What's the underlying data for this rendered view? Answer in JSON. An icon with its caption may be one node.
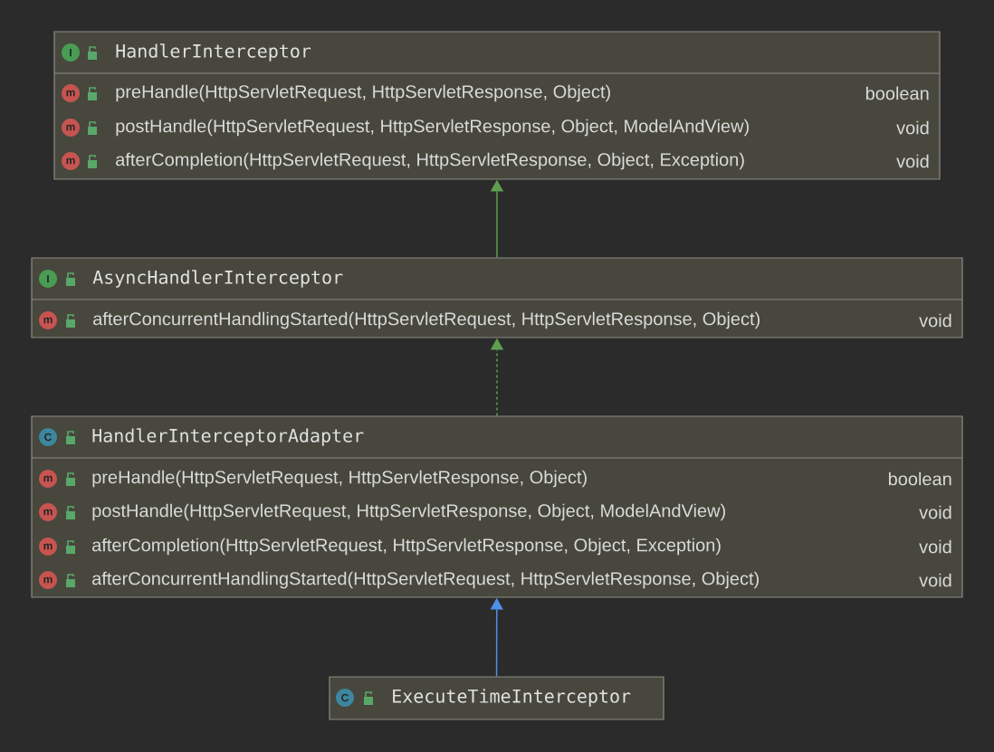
{
  "diagram": {
    "nodes": [
      {
        "text": [
          "I",
          "HandlerInterceptor",
          "m",
          "preHandle(HttpServletRequest, HttpServletResponse, Object)",
          "boolean",
          "m",
          "postHandle(HttpServletRequest, HttpServletResponse, Object, ModelAndView)",
          "void",
          "m",
          "afterCompletion(HttpServletRequest, HttpServletResponse, Object, Exception)",
          "void"
        ]
      },
      {
        "text": [
          "I",
          "AsyncHandlerInterceptor",
          "m",
          "afterConcurrentHandlingStarted(HttpServletRequest, HttpServletResponse, Object)",
          "void"
        ]
      },
      {
        "text": [
          "C",
          "HandlerInterceptorAdapter",
          "m",
          "preHandle(HttpServletRequest, HttpServletResponse, Object)",
          "boolean",
          "m",
          "postHandle(HttpServletRequest, HttpServletResponse, Object, ModelAndView)",
          "void",
          "m",
          "afterCompletion(HttpServletRequest, HttpServletResponse, Object, Exception)",
          "void",
          "m",
          "afterConcurrentHandlingStarted(HttpServletRequest, HttpServletResponse, Object)",
          "void"
        ]
      },
      {
        "text": [
          "C",
          "ExecuteTimeInterceptor"
        ]
      }
    ],
    "edges": [
      {
        "from": 1,
        "to": 0,
        "arrow": "to"
      },
      {
        "from": 2,
        "to": 1,
        "arrow": "to",
        "style": "dashed"
      },
      {
        "from": 3,
        "to": 2,
        "arrow": "to",
        "color": "#4f8fe6"
      }
    ]
  }
}
